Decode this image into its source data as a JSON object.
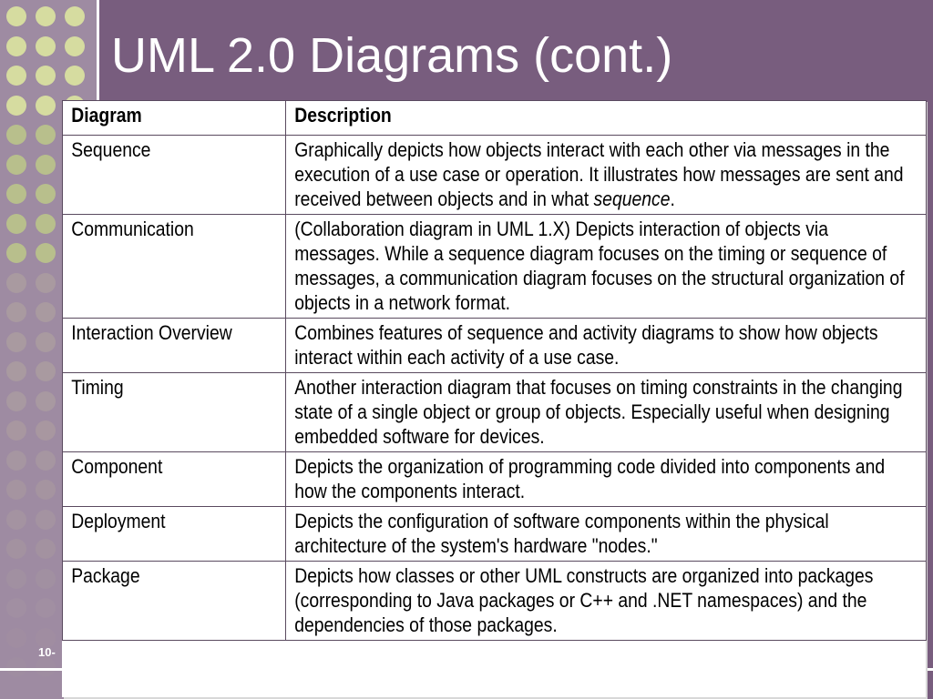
{
  "slide": {
    "title": "UML 2.0 Diagrams (cont.)",
    "slide_number": "10-"
  },
  "table": {
    "headers": [
      "Diagram",
      "Description"
    ],
    "rows": [
      {
        "diagram": "Sequence",
        "desc_before": "Graphically depicts how objects interact with each other via messages in the execution of a use case or operation. It illustrates how messages are sent and received between objects and in what ",
        "desc_italic": "sequence",
        "desc_after": "."
      },
      {
        "diagram": "Communication",
        "desc_before": "(Collaboration diagram in UML 1.X) Depicts interaction of objects via messages. While a sequence diagram focuses on the timing or sequence of messages, a communication diagram focuses on the structural organization of objects in a network format.",
        "desc_italic": "",
        "desc_after": ""
      },
      {
        "diagram": "Interaction Overview",
        "desc_before": "Combines features of sequence and activity diagrams to show how objects interact within each activity of a use case.",
        "desc_italic": "",
        "desc_after": ""
      },
      {
        "diagram": "Timing",
        "desc_before": "Another interaction diagram that focuses on timing constraints in the changing state of a single object or group of objects. Especially useful when designing embedded software for devices.",
        "desc_italic": "",
        "desc_after": ""
      },
      {
        "diagram": "Component",
        "desc_before": "Depicts the organization of programming code divided into components and how the components interact.",
        "desc_italic": "",
        "desc_after": ""
      },
      {
        "diagram": "Deployment",
        "desc_before": "Depicts the configuration of software components within the physical architecture of the system's hardware \"nodes.\"",
        "desc_italic": "",
        "desc_after": ""
      },
      {
        "diagram": "Package",
        "desc_before": "Depicts how classes or other UML constructs are organized into packages (corresponding to Java packages or C++ and .NET namespaces) and the dependencies of those packages.",
        "desc_italic": "",
        "desc_after": ""
      }
    ]
  },
  "colors": {
    "background": "#785d7e",
    "dot_panel": "#9e8ba2",
    "dot_light": "#d6dca0",
    "dot_mid": "#b8bf8c",
    "dot_faint": "#a99aa0"
  }
}
